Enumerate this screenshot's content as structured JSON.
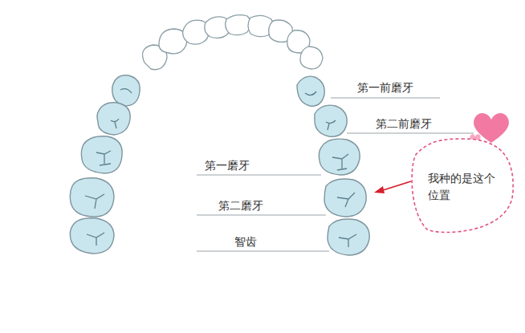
{
  "diagram": {
    "nodes": [
      {
        "text": [
          "我种的是这个位置"
        ]
      }
    ],
    "labels": [
      "第一前磨牙",
      "第二前磨牙",
      "第一磨牙",
      "第二磨牙",
      "智齿"
    ]
  }
}
